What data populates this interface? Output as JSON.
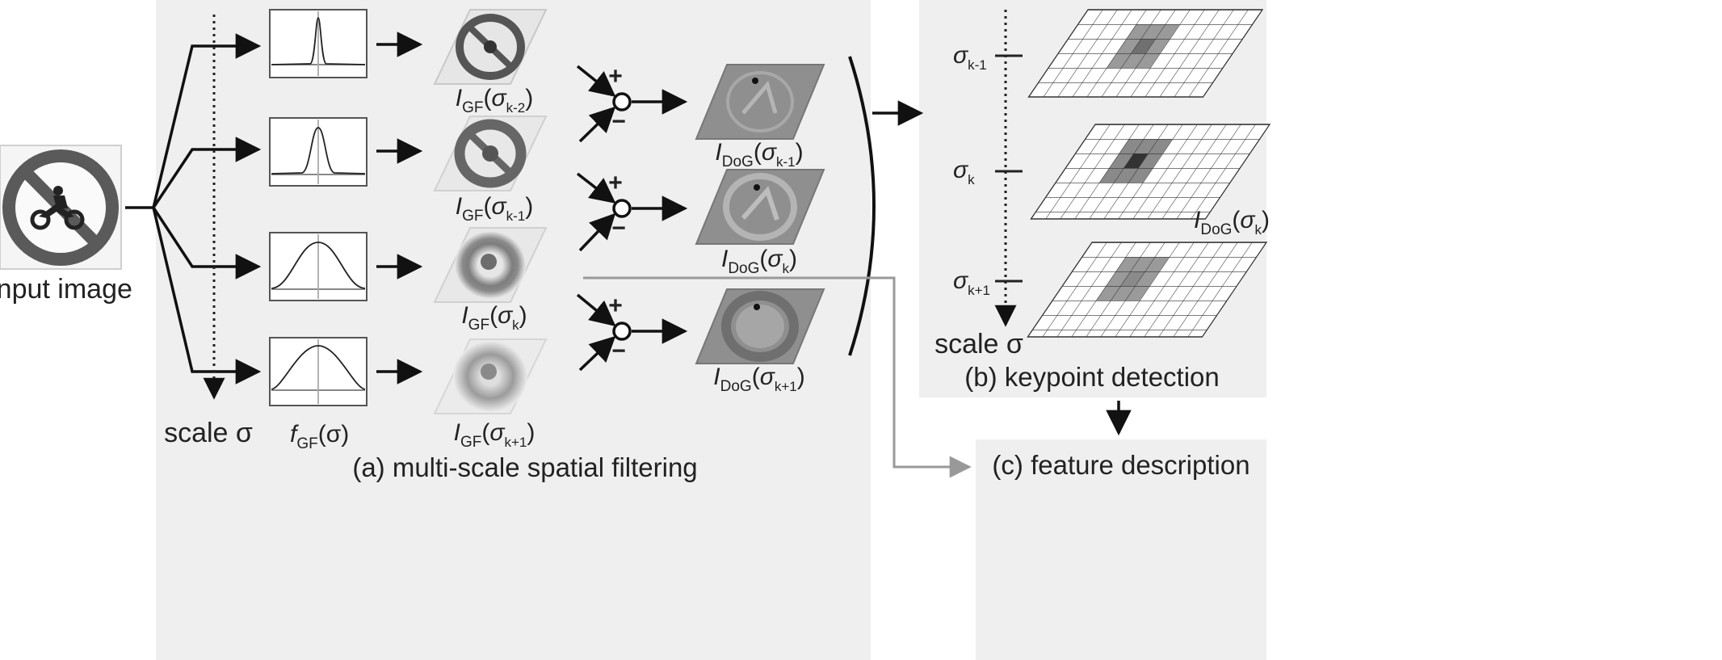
{
  "diagram": {
    "input_label": "input image",
    "scale_label": "scale σ",
    "filter_label": "f",
    "filter_sub": "GF",
    "filter_arg": "(σ)",
    "gf_base": "I",
    "gf_sub": "GF",
    "dog_base": "I",
    "dog_sub": "DoG",
    "sigma": "σ",
    "gf_labels": [
      {
        "idx": "k-2"
      },
      {
        "idx": "k-1"
      },
      {
        "idx": "k"
      },
      {
        "idx": "k+1"
      }
    ],
    "dog_labels": [
      {
        "idx": "k-1"
      },
      {
        "idx": "k"
      },
      {
        "idx": "k+1"
      }
    ],
    "sum_plus": "+",
    "sum_minus": "−",
    "caption_a": "(a) multi-scale spatial filtering",
    "caption_b": "(b) keypoint detection",
    "caption_c": "(c) feature description",
    "keypoint_scale_label": "scale σ",
    "keypoint_ticks": [
      {
        "idx": "k-1"
      },
      {
        "idx": "k"
      },
      {
        "idx": "k+1"
      }
    ],
    "keypoint_grid_label_idx": "k",
    "colors": {
      "panel_bg": "#efefef",
      "line": "#111111",
      "feature_arrow": "#999999",
      "dog_fill": "#8f8f8f"
    }
  }
}
